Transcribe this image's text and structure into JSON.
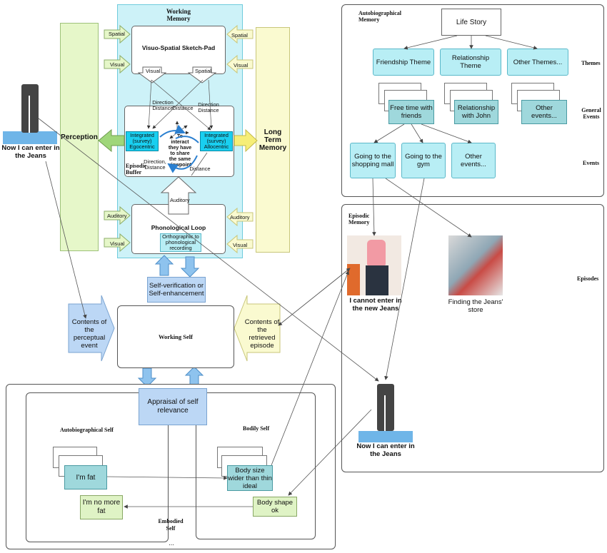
{
  "working_memory": {
    "title": "Working\nMemory",
    "sketchpad": "Visuo-Spatial Sketch-Pad",
    "spatial_left": "Spatial",
    "visual_left": "Visual",
    "spatial_right": "Spatial",
    "visual_right": "Visual",
    "inner_visual": "Visual",
    "inner_spatial": "Spatial",
    "dir_dist_left": "Direction\nDistance",
    "distance_mid": "Distance",
    "dir_dist_right": "Direction\nDistance",
    "egocentric": "Integrated\n(survey)\nEgocentric",
    "allocentric": "Integrated\n(survey)\nAllocentric",
    "center_note": "To\ninteract\nthey have\nto share\nthe same\nviewpoint",
    "episodic_buffer": "Episodic\nBuffer",
    "dir_dist_low": "Direction,\nDistance",
    "distance_low": "Distance",
    "auditory_center": "Auditory",
    "phonological_loop": "Phonological Loop",
    "auditory_left": "Auditory",
    "visual_left2": "Visual",
    "auditory_right": "Auditory",
    "visual_right2": "Visual",
    "orthographic": "Orthographic to\nphonological\nrecording"
  },
  "perception": "Perception",
  "long_term_memory": "Long Term\nMemory",
  "jeans_caption_left": "Now I can enter in\nthe Jeans",
  "self_verification": "Self-verification or\nSelf-enhancement",
  "working_self": "Working Self",
  "contents_perceptual": "Contents of\nthe\nperceptual\nevent",
  "contents_episode": "Contents of\nthe\nretrieved\nepisode",
  "embodied": {
    "appraisal": "Appraisal of self\nrelevance",
    "autobiographical_self": "Autobiographical Self",
    "bodily_self": "Bodily Self",
    "im_fat": "I'm fat",
    "im_no_more_fat": "I'm no more\nfat",
    "body_size": "Body size\nwider than thin\nideal",
    "body_shape": "Body shape ok",
    "embodied_self": "Embodied\nSelf",
    "ellipsis": "..."
  },
  "autobiographical_memory": {
    "title": "Autobiographical\nMemory",
    "life_story": "Life Story",
    "friendship_theme": "Friendship Theme",
    "relationship_theme": "Relationship Theme",
    "other_themes": "Other Themes...",
    "themes_label": "Themes",
    "free_time": "Free time with\nfriends",
    "relationship_john": "Relationship\nwith John",
    "other_events": "Other events...",
    "general_events_label": "General\nEvents",
    "going_mall": "Going to the\nshopping mall",
    "going_gym": "Going to the\ngym",
    "other_events2": "Other\nevents...",
    "events_label": "Events"
  },
  "episodic_memory": {
    "title": "Episodic\nMemory",
    "episodes_label": "Episodes",
    "cannot_enter": "I cannot enter in\nthe new Jeans",
    "finding_store": "Finding the Jeans'\nstore",
    "now_can_enter": "Now I can enter in\nthe Jeans"
  },
  "colors": {
    "cyan": "#b8eef5",
    "teal": "#9fd8dc",
    "pale_green": "#dff3c5",
    "yellow": "#fafad0",
    "blue_arrow": "#8ec3ee"
  }
}
